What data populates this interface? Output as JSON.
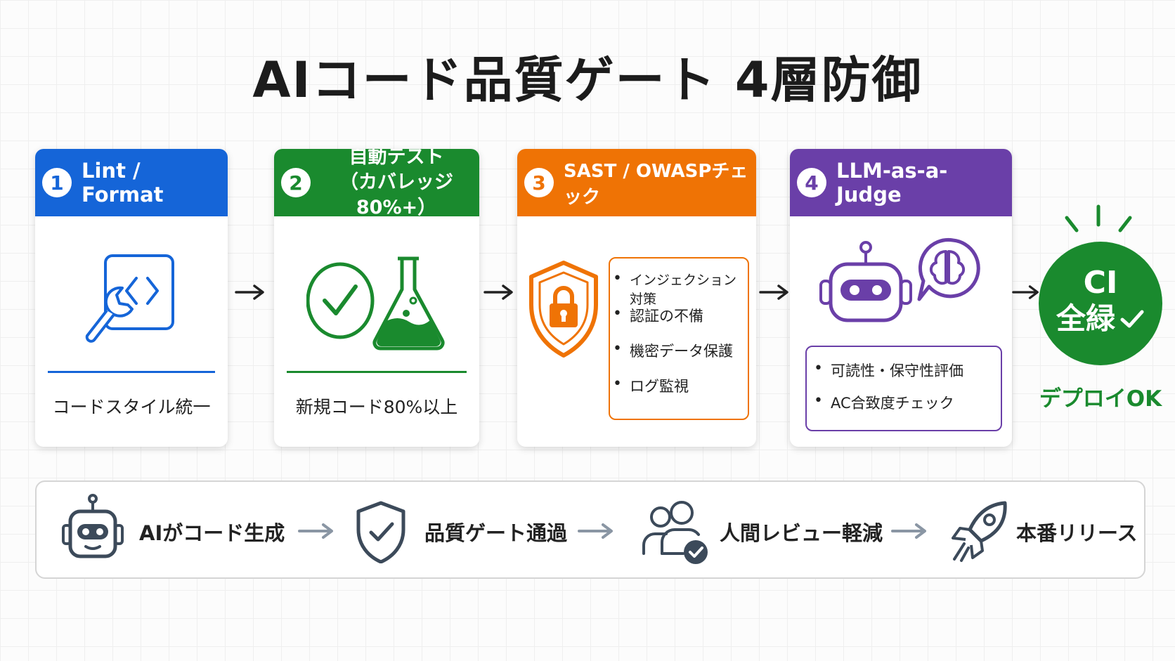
{
  "title": "AIコード品質ゲート 4層防御",
  "colors": {
    "layer1": "#1565d8",
    "layer2": "#1a8a2e",
    "layer3": "#ef7305",
    "layer4": "#6a3fa8",
    "ci_ok": "#1a8a2e",
    "gray_icon": "#3c4a5a",
    "gray_arrow": "#8a96a4"
  },
  "layers": [
    {
      "number": "1",
      "title": "Lint / Format",
      "icon": "code-wrench-icon",
      "caption": "コードスタイル統一"
    },
    {
      "number": "2",
      "title_line1": "自動テスト",
      "title_line2": "（カバレッジ80%+）",
      "icon": "check-flask-icon",
      "caption": "新規コード80%以上"
    },
    {
      "number": "3",
      "title": "SAST / OWASPチェック",
      "icon": "shield-lock-icon",
      "bullets": [
        "インジェクション対策",
        "認証の不備",
        "機密データ保護",
        "ログ監視"
      ]
    },
    {
      "number": "4",
      "title": "LLM-as-a-Judge",
      "icon": "robot-brain-icon",
      "bullets": [
        "可読性・保守性評価",
        "AC合致度チェック"
      ]
    }
  ],
  "ci": {
    "line1": "CI",
    "line2": "全緑",
    "caption": "デプロイOK"
  },
  "flow": [
    {
      "label": "AIがコード生成",
      "icon": "robot-icon"
    },
    {
      "label": "品質ゲート通過",
      "icon": "shield-check-icon"
    },
    {
      "label": "人間レビュー軽減",
      "icon": "users-check-icon"
    },
    {
      "label": "本番リリース",
      "icon": "rocket-icon"
    }
  ]
}
